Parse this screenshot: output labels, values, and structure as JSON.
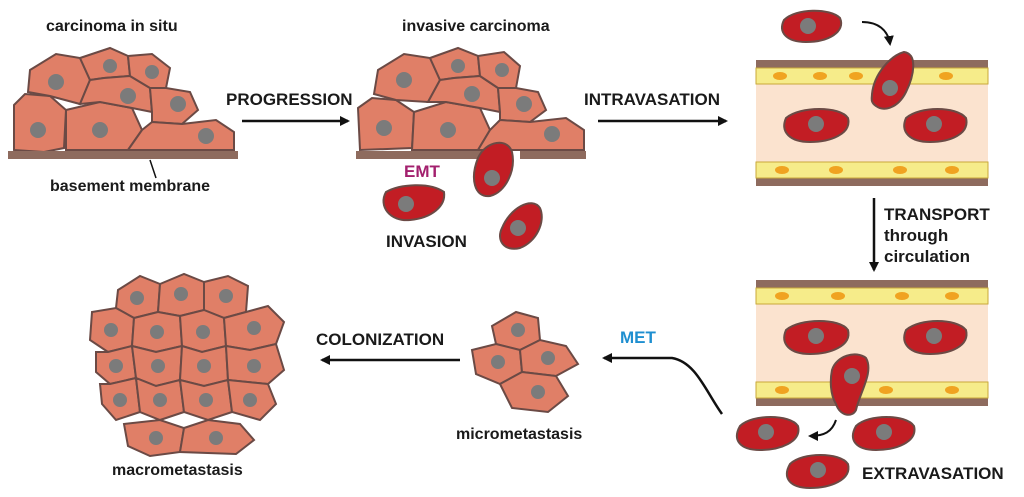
{
  "labels": {
    "carcinoma_prefix": "carcinoma ",
    "carcinoma_italic": "in situ",
    "basement_membrane": "basement membrane",
    "progression": "PROGRESSION",
    "invasive_carcinoma": "invasive carcinoma",
    "emt": "EMT",
    "invasion": "INVASION",
    "intravasation": "INTRAVASATION",
    "transport_line1": "TRANSPORT",
    "transport_line2": "through",
    "transport_line3": "circulation",
    "extravasation": "EXTRAVASATION",
    "met": "MET",
    "micrometastasis": "micrometastasis",
    "colonization": "COLONIZATION",
    "macrometastasis": "macrometastasis"
  },
  "colors": {
    "epithelial_cell": "#e07f67",
    "cell_outline": "#6b4a45",
    "nucleus": "#7b7b7b",
    "mesenchymal_cell": "#c21d24",
    "membrane": "#8e6b5e",
    "vessel_lumen": "#fbe3cf",
    "endothelium": "#f6ec8a",
    "endothelial_nucleus": "#f0a321",
    "emt_text": "#a3206e",
    "met_text": "#1f8fd0"
  }
}
